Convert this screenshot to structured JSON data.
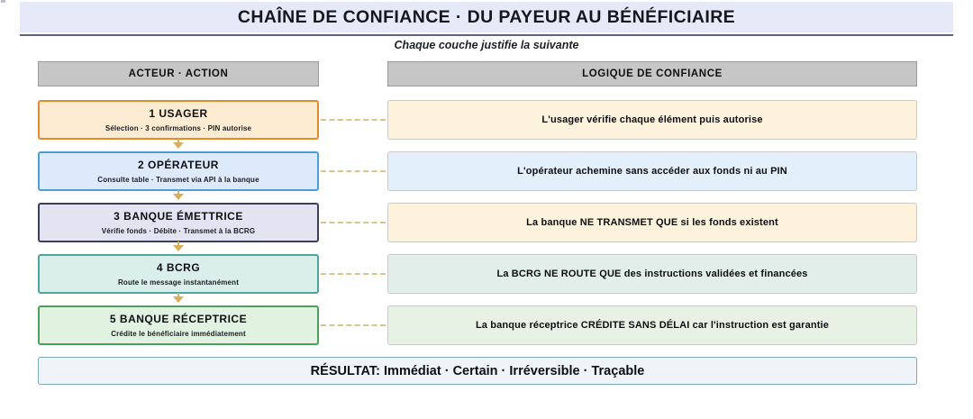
{
  "header": {
    "title": "CHAÎNE DE CONFIANCE · DU PAYEUR AU BÉNÉFICIAIRE",
    "subtitle": "Chaque couche justifie la suivante",
    "title_bg": "#e6e9f7",
    "rule_color": "#5b6480"
  },
  "columns": {
    "left_header": "ACTEUR · ACTION",
    "right_header": "LOGIQUE DE CONFIANCE",
    "header_bg": "#c6c6c6"
  },
  "connector": {
    "style": "dashed",
    "color": "#d8c48c",
    "arrow_color": "#d8ae5e"
  },
  "rows": [
    {
      "step": "1",
      "actor": "1  USAGER",
      "action": "Sélection · 3 confirmations · PIN autorise",
      "logic": "L'usager vérifie chaque élément puis autorise",
      "fill": "#fdecd2",
      "border": "#e08b2d",
      "logic_fill": "#fdf3dd",
      "logic_border": "#c9c9c9"
    },
    {
      "step": "2",
      "actor": "2  OPÉRATEUR",
      "action": "Consulte table · Transmet via API à la banque",
      "logic": "L'opérateur achemine sans accéder aux fonds ni au PIN",
      "fill": "#dceafb",
      "border": "#4a9ede",
      "logic_fill": "#e3effb",
      "logic_border": "#c9c9c9"
    },
    {
      "step": "3",
      "actor": "3  BANQUE ÉMETTRICE",
      "action": "Vérifie fonds · Débite · Transmet à la BCRG",
      "logic": "La banque NE TRANSMET QUE si les fonds existent",
      "fill": "#e3e3f2",
      "border": "#3b3f5c",
      "logic_fill": "#fdf3dd",
      "logic_border": "#c9c9c9"
    },
    {
      "step": "4",
      "actor": "4  BCRG",
      "action": "Route le message instantanément",
      "logic": "La BCRG NE ROUTE QUE des instructions validées et financées",
      "fill": "#daeeea",
      "border": "#50a3a3",
      "logic_fill": "#e1eeea",
      "logic_border": "#c9c9c9"
    },
    {
      "step": "5",
      "actor": "5  BANQUE RÉCEPTRICE",
      "action": "Crédite le bénéficiaire immédiatement",
      "logic": "La banque réceptrice CRÉDITE SANS DÉLAI car l'instruction est garantie",
      "fill": "#e1f2e1",
      "border": "#4f9e5d",
      "logic_fill": "#e7f2e4",
      "logic_border": "#c9c9c9"
    }
  ],
  "footer": {
    "text": "RÉSULTAT: Immédiat · Certain · Irréversible · Traçable",
    "fill": "#eff4f8",
    "border": "#7fa8bd"
  }
}
